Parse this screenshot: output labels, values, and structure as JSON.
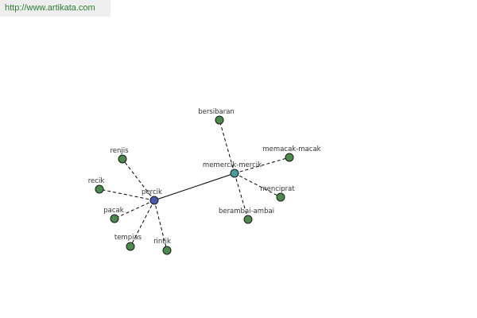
{
  "source": {
    "url_text": "http://www.artikata.com"
  },
  "colors": {
    "leaf": "#4e8a4e",
    "percik": "#4a5aa8",
    "memercik": "#4a9a98",
    "edge": "#000000"
  },
  "graph": {
    "nodes": [
      {
        "id": "percik",
        "label": "percik",
        "color_key": "percik"
      },
      {
        "id": "memercik-mercik",
        "label": "memercik-mercik",
        "color_key": "memercik"
      },
      {
        "id": "renjis",
        "label": "renjis",
        "color_key": "leaf"
      },
      {
        "id": "recik",
        "label": "recik",
        "color_key": "leaf"
      },
      {
        "id": "pacak",
        "label": "pacak",
        "color_key": "leaf"
      },
      {
        "id": "tempias",
        "label": "tempias",
        "color_key": "leaf"
      },
      {
        "id": "rintik",
        "label": "rintik",
        "color_key": "leaf"
      },
      {
        "id": "bersibaran",
        "label": "bersibaran",
        "color_key": "leaf"
      },
      {
        "id": "memacak-macak",
        "label": "memacak-macak",
        "color_key": "leaf"
      },
      {
        "id": "menciprat",
        "label": "menciprat",
        "color_key": "leaf"
      },
      {
        "id": "berambai-ambai",
        "label": "berambai-ambai",
        "color_key": "leaf"
      }
    ],
    "edges": [
      {
        "from": "percik",
        "to": "memercik-mercik",
        "style": "solid"
      },
      {
        "from": "percik",
        "to": "renjis",
        "style": "dashed"
      },
      {
        "from": "percik",
        "to": "recik",
        "style": "dashed"
      },
      {
        "from": "percik",
        "to": "pacak",
        "style": "dashed"
      },
      {
        "from": "percik",
        "to": "tempias",
        "style": "dashed"
      },
      {
        "from": "percik",
        "to": "rintik",
        "style": "dashed"
      },
      {
        "from": "memercik-mercik",
        "to": "bersibaran",
        "style": "dashed"
      },
      {
        "from": "memercik-mercik",
        "to": "memacak-macak",
        "style": "dashed"
      },
      {
        "from": "memercik-mercik",
        "to": "menciprat",
        "style": "dashed"
      },
      {
        "from": "memercik-mercik",
        "to": "berambai-ambai",
        "style": "dashed"
      }
    ]
  }
}
